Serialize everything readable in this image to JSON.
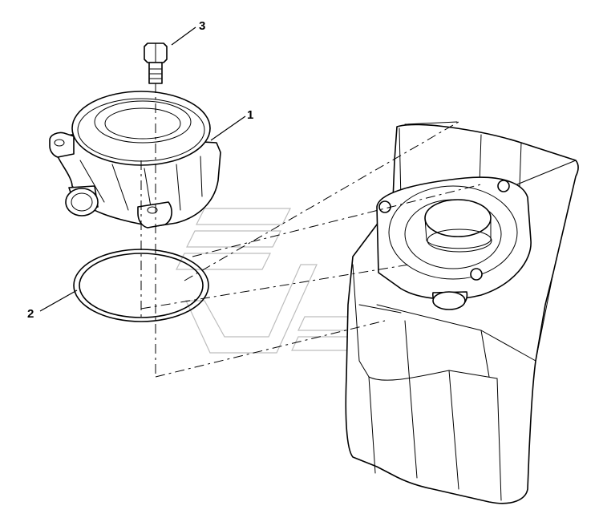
{
  "callouts": [
    {
      "id": "1",
      "label": "1"
    },
    {
      "id": "2",
      "label": "2"
    },
    {
      "id": "3",
      "label": "3"
    }
  ],
  "parts": {
    "cover": "cover-housing",
    "gasket": "o-ring-gasket",
    "bolt": "hex-bolt",
    "body": "pump-body"
  },
  "colors": {
    "line": "#000000",
    "background": "#ffffff",
    "watermark": "#bdbdbd"
  }
}
